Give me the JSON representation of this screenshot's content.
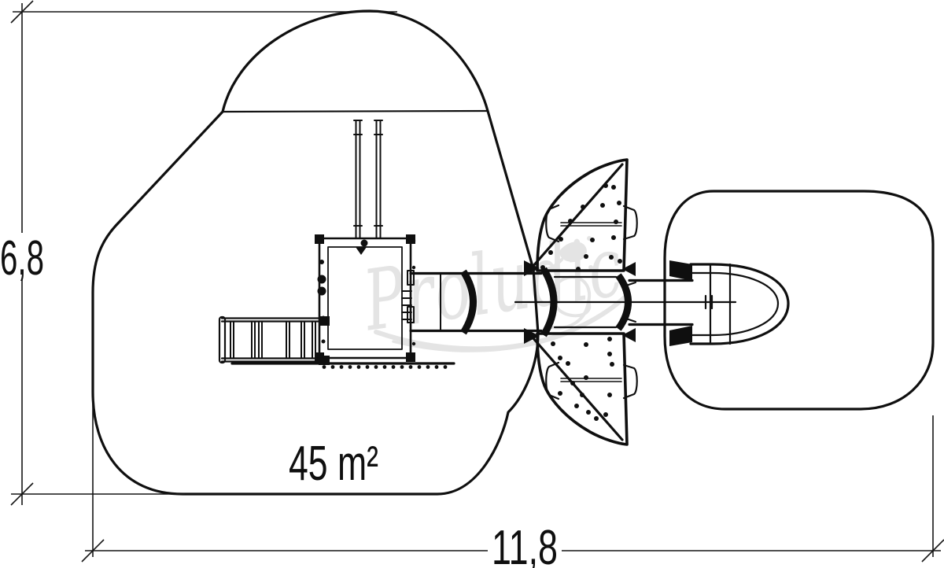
{
  "colors": {
    "background": "#ffffff",
    "line": "#0f0f0f",
    "dimension": "#151515",
    "watermark": "#e4e4e4"
  },
  "labels": {
    "height": "6,8",
    "width": "11,8",
    "area": "45 m²"
  },
  "watermark": {
    "text": "Proludic"
  }
}
